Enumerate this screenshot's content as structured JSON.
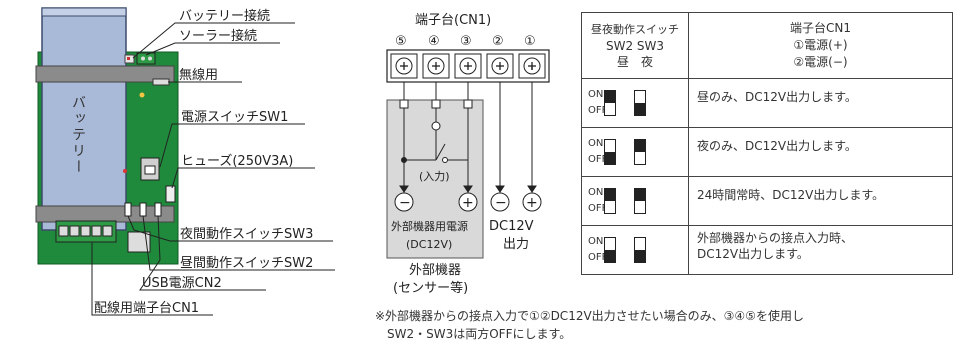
{
  "board": {
    "battery_text": "バッテリー",
    "callouts": {
      "battery_connect": "バッテリー接続",
      "solar_connect": "ソーラー接続",
      "wireless": "無線用",
      "power_switch": "電源スイッチSW1",
      "fuse": "ヒューズ(250V3A)",
      "night_switch": "夜間動作スイッチSW3",
      "day_switch": "昼間動作スイッチSW2",
      "usb_power": "USB電源CN2",
      "wiring_terminal": "配線用端子台CN1"
    }
  },
  "terminal": {
    "title": "端子台(CN1)",
    "numbers": [
      "⑤",
      "④",
      "③",
      "②",
      "①"
    ],
    "input_label": "(入力)",
    "minus": "−",
    "plus": "+",
    "device_power_line1": "外部機器用電源",
    "device_power_line2": "(DC12V)",
    "dc_output_line1": "DC12V",
    "dc_output_line2": "出力",
    "external_line1": "外部機器",
    "external_line2": "(センサー等)"
  },
  "table": {
    "header_left_line1": "昼夜動作スイッチ",
    "header_left_line2": "SW2 SW3",
    "header_left_line3": "昼　夜",
    "header_right_line1": "端子台CN1",
    "header_right_line2": "①電源(+)",
    "header_right_line3": "②電源(−)",
    "on_label": "ON",
    "off_label": "OFF",
    "rows": [
      {
        "sw2": "ON",
        "sw3": "OFF",
        "desc1": "昼のみ、DC12V出力します。",
        "desc2": ""
      },
      {
        "sw2": "OFF",
        "sw3": "ON",
        "desc1": "夜のみ、DC12V出力します。",
        "desc2": ""
      },
      {
        "sw2": "ON",
        "sw3": "ON",
        "desc1": "24時間常時、DC12V出力します。",
        "desc2": ""
      },
      {
        "sw2": "OFF",
        "sw3": "OFF",
        "desc1": "外部機器からの接点入力時、",
        "desc2": "DC12V出力します。"
      }
    ]
  },
  "note": {
    "line1": "※外部機器からの接点入力で①②DC12V出力させたい場合のみ、③④⑤を使用し",
    "line2": "SW2・SW3は両方OFFにします。"
  },
  "colors": {
    "pcb_green": "#1f8a3b",
    "battery_blue": "#a9b9d8",
    "strap_gray": "#8b8b8b",
    "device_fill": "#d9d9d9",
    "connector_green": "#2e9a46"
  }
}
